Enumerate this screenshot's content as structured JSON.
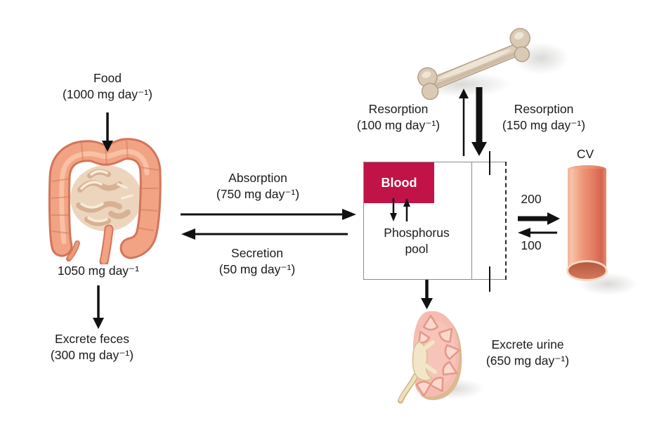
{
  "figure": {
    "labels": {
      "food": {
        "line1": "Food",
        "line2": "(1000 mg day⁻¹)"
      },
      "fecal_flow": "1050 mg day⁻¹",
      "excrete_feces": {
        "line1": "Excrete feces",
        "line2": "(300 mg day⁻¹)"
      },
      "absorption": {
        "line1": "Absorption",
        "line2": "(750 mg day⁻¹)"
      },
      "secretion": {
        "line1": "Secretion",
        "line2": "(50 mg day⁻¹)"
      },
      "bone_resorption_in": {
        "line1": "Resorption",
        "line2": "(100 mg day⁻¹)"
      },
      "bone_resorption_out": {
        "line1": "Resorption",
        "line2": "(150 mg day⁻¹)"
      },
      "blood": "Blood",
      "pool": {
        "line1": "Phosphorus",
        "line2": "pool"
      },
      "cv": "CV",
      "cv_in": "200",
      "cv_out": "100",
      "excrete_urine": {
        "line1": "Excrete urine",
        "line2": "(650 mg day⁻¹)"
      }
    },
    "icons": {
      "intestine": "large-and-small-intestine-illustration",
      "bone": "femur-bone-illustration",
      "kidney": "kidney-cross-section-illustration",
      "vessel": "blood-vessel-cylinder-illustration"
    },
    "colors": {
      "blood_box": "#c11347",
      "blood_text": "#ffffff",
      "text": "#1b1b1b",
      "box_border": "#8c8c8c",
      "dashed_line": "#2a2a2a",
      "arrow": "#111111",
      "intestine_main": "#f1a383",
      "intestine_outline": "#d2755a",
      "intestine_center": "#edd5bd",
      "bone_fill": "#ddcdb9",
      "vessel_mid": "#ec8a6a",
      "kidney_fill": "#f5bdb1",
      "kidney_lobe": "#fad8cd",
      "kidney_rim": "#ddb892"
    }
  }
}
